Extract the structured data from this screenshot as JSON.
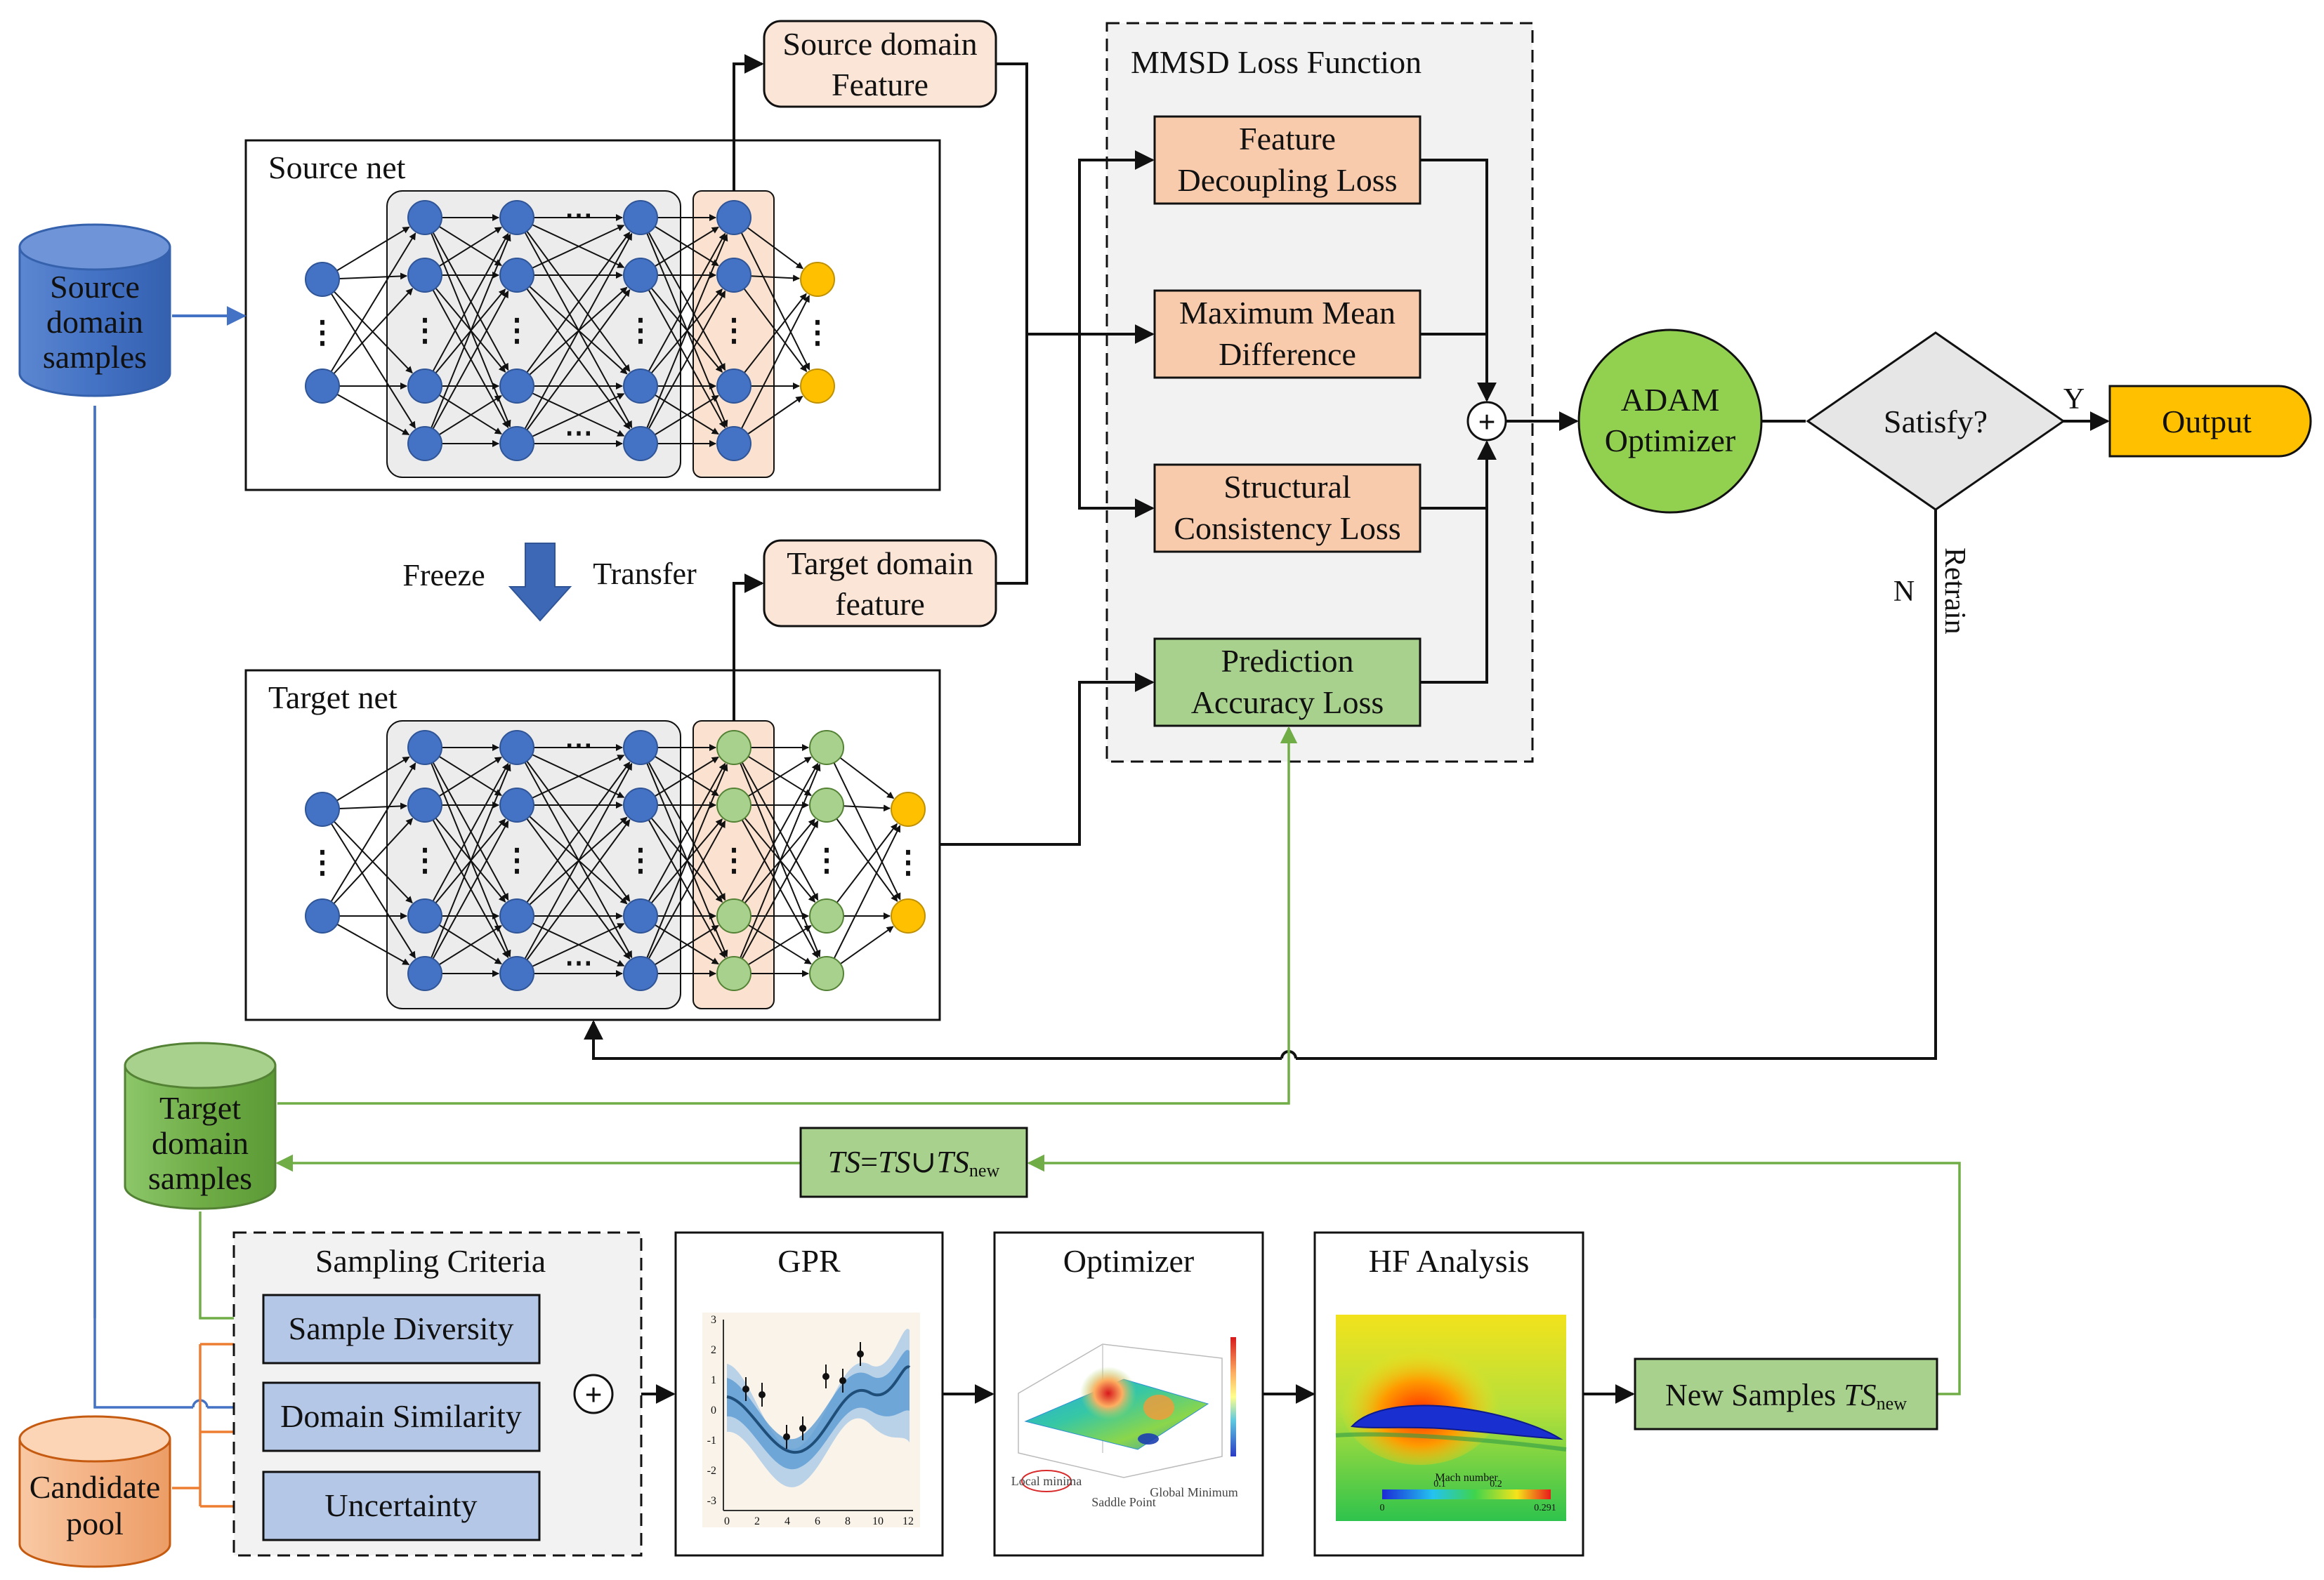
{
  "colors": {
    "source_db": "#4472c4",
    "target_db": "#70ad47",
    "candidate_db": "#f4b183",
    "loss_orange": "#f8cbad",
    "loss_green": "#a9d18e",
    "criteria_blue": "#b4c7e7",
    "output_yellow": "#ffc000",
    "adam_green": "#92d050",
    "node_blue": "#4472c4",
    "node_green": "#a9d18e",
    "node_yellow": "#ffc000",
    "arrow_blue": "#4472c4",
    "arrow_green": "#70ad47",
    "arrow_orange": "#ed7d31"
  },
  "databases": {
    "source": [
      "Source",
      "domain",
      "samples"
    ],
    "target": [
      "Target",
      "domain",
      "samples"
    ],
    "candidate": [
      "Candidate",
      "pool"
    ]
  },
  "nets": {
    "source_title": "Source net",
    "target_title": "Target net",
    "ellipsis": "⋯",
    "vdots": "⋮"
  },
  "features": {
    "source": [
      "Source domain",
      "Feature"
    ],
    "target": [
      "Target domain",
      "feature"
    ]
  },
  "transfer": {
    "freeze": "Freeze",
    "transfer": "Transfer"
  },
  "loss_panel": {
    "title": "MMSD Loss Function",
    "feature_decoupling": [
      "Feature",
      "Decoupling Loss"
    ],
    "mmd": [
      "Maximum Mean",
      "Difference"
    ],
    "structural": [
      "Structural",
      "Consistency Loss"
    ],
    "prediction": [
      "Prediction",
      "Accuracy Loss"
    ],
    "sum": "+"
  },
  "optimizer": {
    "adam": [
      "ADAM",
      "Optimizer"
    ],
    "decision": "Satisfy?",
    "yes": "Y",
    "no": "N",
    "retrain": "Retrain",
    "output": "Output"
  },
  "update_box": {
    "ts": "TS",
    "eq": "=",
    "union": "∪",
    "new_sub": "new"
  },
  "sampling": {
    "title": "Sampling Criteria",
    "diversity": "Sample Diversity",
    "similarity": "Domain Similarity",
    "uncertainty": "Uncertainty",
    "sum": "+"
  },
  "panels": {
    "gpr": "GPR",
    "optimizer": "Optimizer",
    "hf": "HF Analysis"
  },
  "gpr_plot": {
    "y_ticks": [
      "3",
      "2",
      "1",
      "0",
      "-1",
      "-2",
      "-3"
    ],
    "x_ticks": [
      "0",
      "2",
      "4",
      "6",
      "8",
      "10",
      "12"
    ]
  },
  "surface_plot": {
    "labels": [
      "Local minima",
      "Saddle Point",
      "Global Minimum"
    ]
  },
  "hf_plot": {
    "title": "Mach number",
    "ticks": [
      "0",
      "0.1",
      "0.2",
      "0.291"
    ]
  },
  "new_samples": {
    "text": "New Samples ",
    "ts": "TS",
    "sub": "new"
  }
}
